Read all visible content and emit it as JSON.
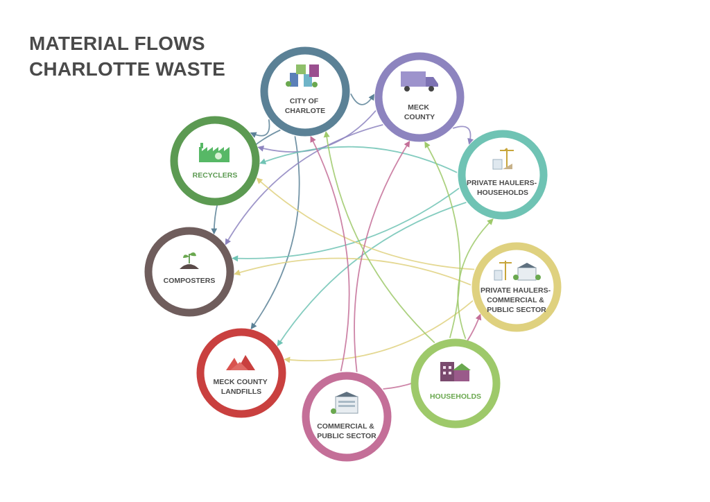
{
  "title": {
    "line1": "MATERIAL FLOWS",
    "line2": "CHARLOTTE WASTE"
  },
  "colors": {
    "city": "#5b8196",
    "meck": "#8d84bf",
    "recyclers": "#5c9a52",
    "composters": "#6f5d5c",
    "landfills": "#c9403f",
    "commercial": "#c46f98",
    "households": "#9ec96a",
    "ph_commercial": "#dfd17f",
    "ph_households": "#6fc3b4",
    "title_text": "#4a4a4a",
    "label_text": "#4a4a4a"
  },
  "nodes": {
    "city": {
      "lines": [
        "CITY OF",
        "CHARLOTE"
      ],
      "icon": "city-buildings-icon"
    },
    "meck": {
      "lines": [
        "MECK",
        "COUNTY"
      ],
      "icon": "truck-icon"
    },
    "recyclers": {
      "lines": [
        "RECYCLERS"
      ],
      "icon": "recycling-factory-icon"
    },
    "composters": {
      "lines": [
        "COMPOSTERS"
      ],
      "icon": "sprout-soil-icon"
    },
    "landfills": {
      "lines": [
        "MECK COUNTY",
        "LANDFILLS"
      ],
      "icon": "landfill-mounds-icon"
    },
    "commercial": {
      "lines": [
        "COMMERCIAL &",
        "PUBLIC SECTOR"
      ],
      "icon": "office-building-icon"
    },
    "households": {
      "lines": [
        "HOUSEHOLDS"
      ],
      "icon": "houses-icon"
    },
    "ph_commercial": {
      "lines": [
        "PRIVATE HAULERS-",
        "COMMERCIAL &",
        "PUBLIC SECTOR"
      ],
      "icon": "crane-buildings-icon"
    },
    "ph_households": {
      "lines": [
        "PRIVATE HAULERS-",
        "HOUSEHOLDS"
      ],
      "icon": "crane-building-icon"
    }
  },
  "flows": [
    {
      "from": "city",
      "to": "recyclers"
    },
    {
      "from": "city",
      "to": "composters"
    },
    {
      "from": "city",
      "to": "landfills"
    },
    {
      "from": "city",
      "to": "meck"
    },
    {
      "from": "meck",
      "to": "recyclers"
    },
    {
      "from": "meck",
      "to": "composters"
    },
    {
      "from": "meck",
      "to": "ph_households"
    },
    {
      "from": "ph_households",
      "to": "recyclers"
    },
    {
      "from": "ph_households",
      "to": "composters"
    },
    {
      "from": "ph_households",
      "to": "landfills"
    },
    {
      "from": "ph_commercial",
      "to": "recyclers"
    },
    {
      "from": "ph_commercial",
      "to": "composters"
    },
    {
      "from": "ph_commercial",
      "to": "landfills"
    },
    {
      "from": "commercial",
      "to": "city"
    },
    {
      "from": "commercial",
      "to": "meck"
    },
    {
      "from": "commercial",
      "to": "ph_commercial"
    },
    {
      "from": "households",
      "to": "city"
    },
    {
      "from": "households",
      "to": "meck"
    },
    {
      "from": "households",
      "to": "ph_households"
    }
  ]
}
